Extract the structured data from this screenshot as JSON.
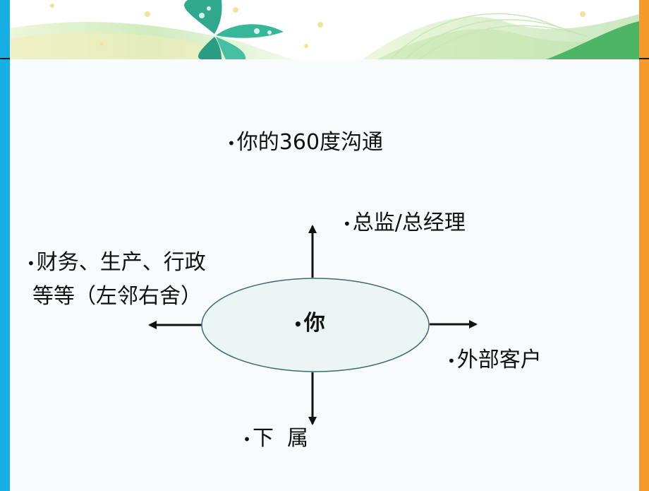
{
  "slide": {
    "title": "你的360度沟通",
    "center": "你",
    "up": "总监/总经理",
    "left_line1": "财务、生产、行政",
    "left_line2": "等等（左邻右舍）",
    "right": "外部客户",
    "down": "下  属",
    "bullet": "•"
  },
  "colors": {
    "left_bar": "#16aee5",
    "right_bar": "#f59a2b",
    "ellipse_fill": "#ebf6f4",
    "arrow": "#111111"
  },
  "decoration": {
    "butterfly": "butterfly-icon",
    "waves": "green-wave-decoration"
  }
}
